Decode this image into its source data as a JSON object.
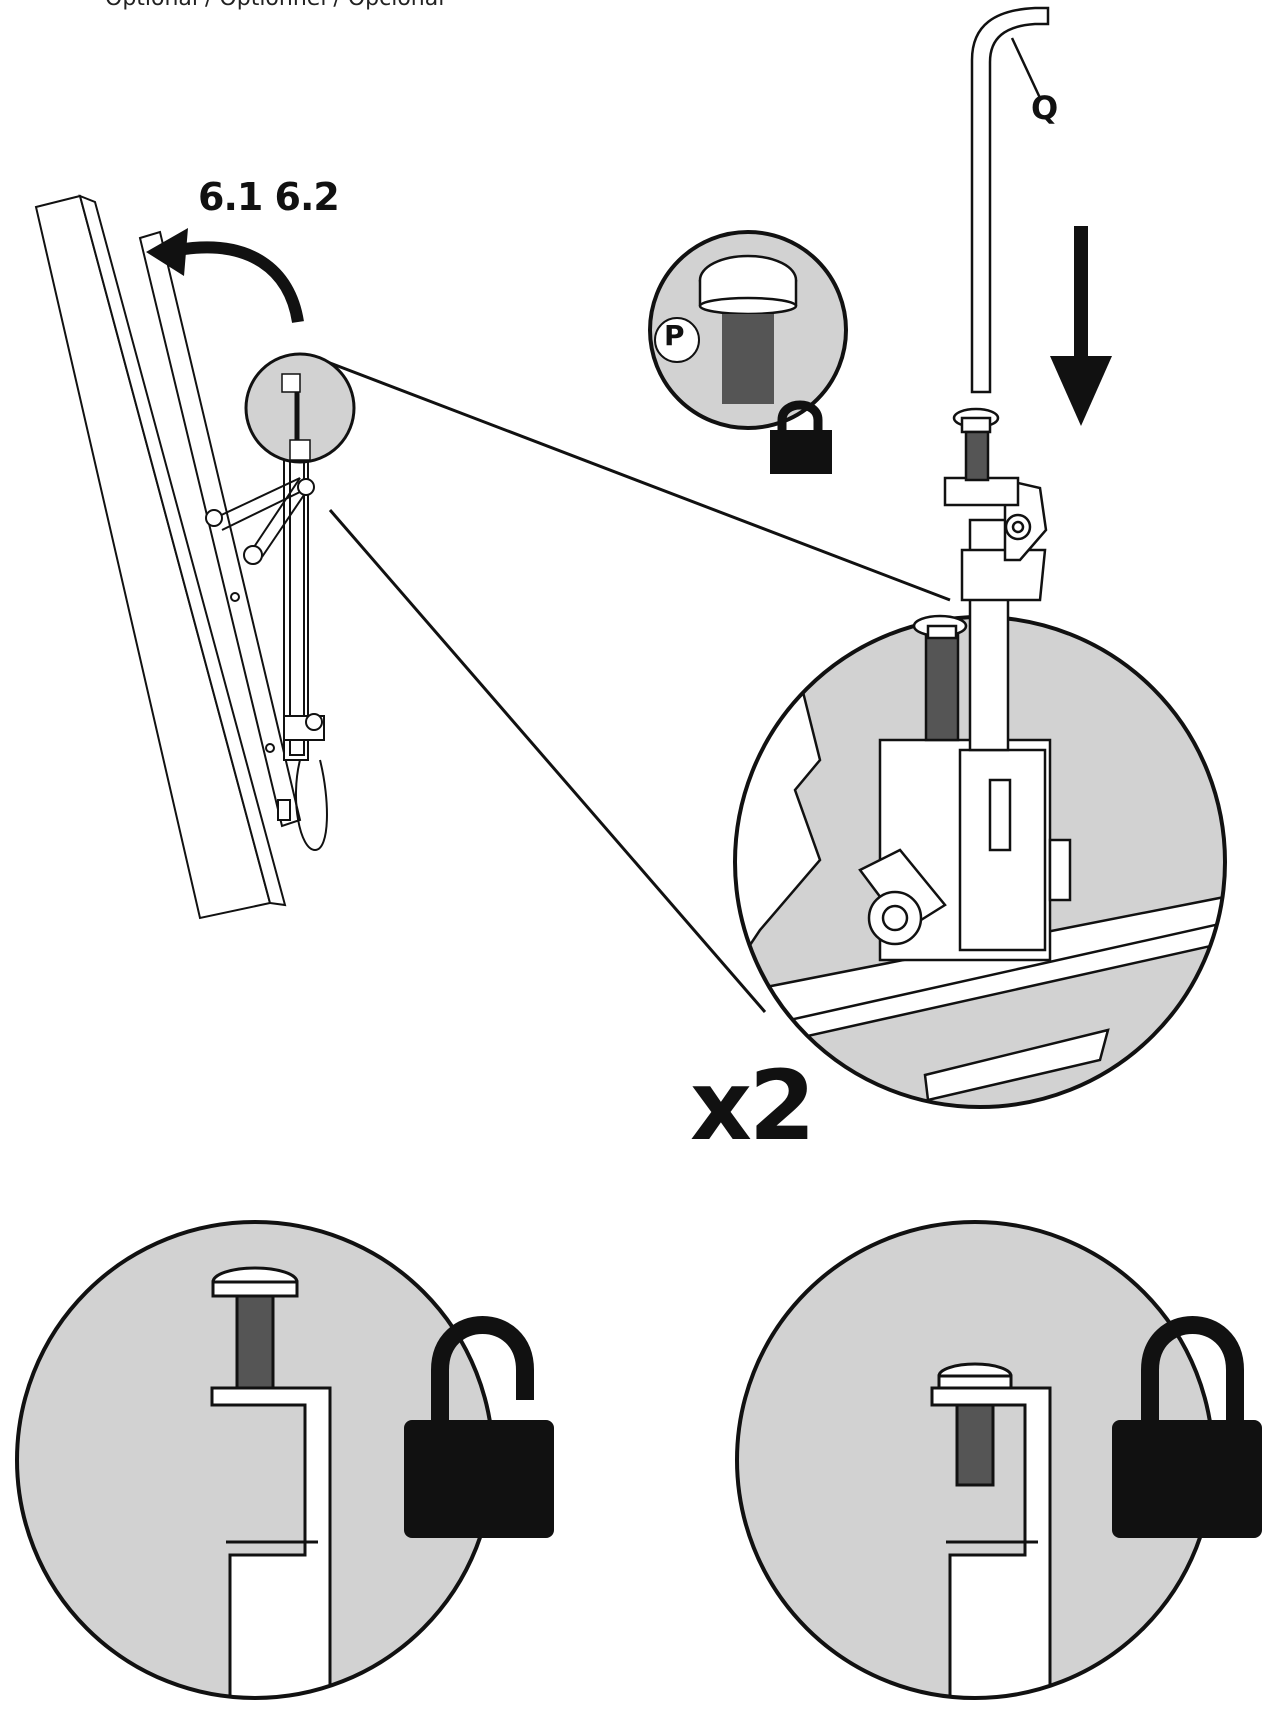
{
  "top_caption": "Optional / Optionnel / Opcional",
  "step_label": "6.1 6.2",
  "quantity_label": "x2",
  "parts": {
    "screw_label": "P",
    "tool_label": "Q"
  },
  "colors": {
    "ink": "#111111",
    "circle_fill": "#d2d2d2",
    "background": "#ffffff"
  },
  "icons": {
    "locked": "padlock-locked-icon",
    "unlocked": "padlock-unlocked-icon",
    "direction": "arrow-down-icon",
    "rotate": "curved-arrow-icon"
  }
}
